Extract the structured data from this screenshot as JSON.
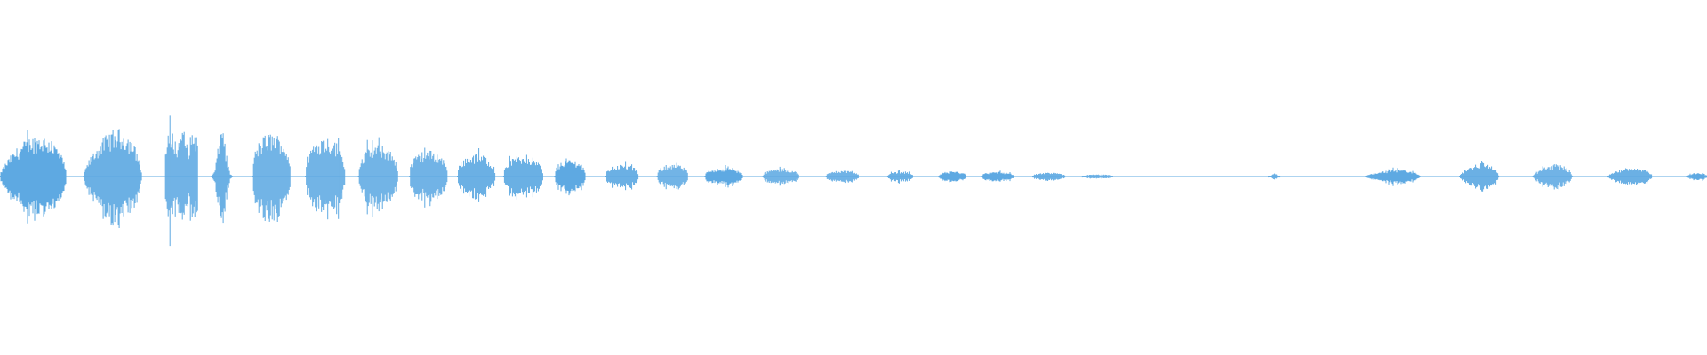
{
  "waveform": {
    "color": "#5ea9e2",
    "background": "#ffffff",
    "segments": [
      {
        "start": 0.0,
        "end": 0.039,
        "peak": 0.3,
        "shape": "swell"
      },
      {
        "start": 0.049,
        "end": 0.083,
        "peak": 0.34,
        "shape": "swell"
      },
      {
        "start": 0.097,
        "end": 0.116,
        "peak": 0.27,
        "shape": "bumpy"
      },
      {
        "start": 0.124,
        "end": 0.136,
        "peak": 0.29,
        "shape": "spike"
      },
      {
        "start": 0.148,
        "end": 0.17,
        "peak": 0.25,
        "shape": "block"
      },
      {
        "start": 0.179,
        "end": 0.202,
        "peak": 0.23,
        "shape": "block"
      },
      {
        "start": 0.21,
        "end": 0.233,
        "peak": 0.18,
        "shape": "block"
      },
      {
        "start": 0.24,
        "end": 0.262,
        "peak": 0.15,
        "shape": "block"
      },
      {
        "start": 0.268,
        "end": 0.29,
        "peak": 0.13,
        "shape": "block"
      },
      {
        "start": 0.295,
        "end": 0.318,
        "peak": 0.12,
        "shape": "block"
      },
      {
        "start": 0.325,
        "end": 0.343,
        "peak": 0.1,
        "shape": "block"
      },
      {
        "start": 0.355,
        "end": 0.374,
        "peak": 0.07,
        "shape": "block"
      },
      {
        "start": 0.385,
        "end": 0.403,
        "peak": 0.07,
        "shape": "block"
      },
      {
        "start": 0.413,
        "end": 0.435,
        "peak": 0.05,
        "shape": "block"
      },
      {
        "start": 0.447,
        "end": 0.468,
        "peak": 0.045,
        "shape": "block"
      },
      {
        "start": 0.484,
        "end": 0.503,
        "peak": 0.035,
        "shape": "block"
      },
      {
        "start": 0.52,
        "end": 0.535,
        "peak": 0.03,
        "shape": "block"
      },
      {
        "start": 0.55,
        "end": 0.566,
        "peak": 0.03,
        "shape": "block"
      },
      {
        "start": 0.575,
        "end": 0.594,
        "peak": 0.028,
        "shape": "block"
      },
      {
        "start": 0.605,
        "end": 0.624,
        "peak": 0.022,
        "shape": "block"
      },
      {
        "start": 0.634,
        "end": 0.652,
        "peak": 0.012,
        "shape": "block"
      },
      {
        "start": 0.743,
        "end": 0.75,
        "peak": 0.02,
        "shape": "spike"
      },
      {
        "start": 0.8,
        "end": 0.832,
        "peak": 0.05,
        "shape": "swell"
      },
      {
        "start": 0.855,
        "end": 0.878,
        "peak": 0.1,
        "shape": "swell"
      },
      {
        "start": 0.898,
        "end": 0.921,
        "peak": 0.09,
        "shape": "swell"
      },
      {
        "start": 0.942,
        "end": 0.968,
        "peak": 0.07,
        "shape": "swell"
      },
      {
        "start": 0.988,
        "end": 1.0,
        "peak": 0.03,
        "shape": "swell"
      }
    ]
  }
}
